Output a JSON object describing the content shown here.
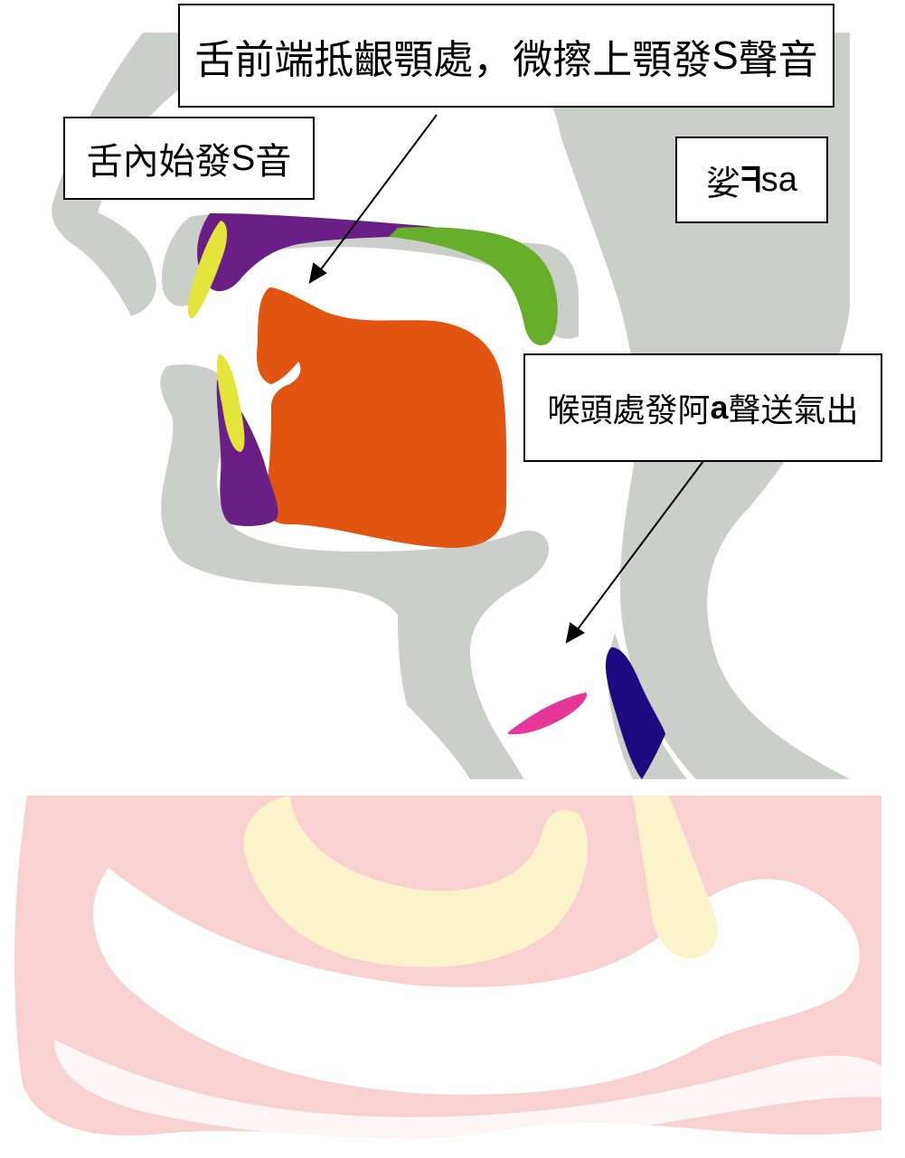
{
  "labels": {
    "tongue_front": {
      "prefix": "舌前端抵齦顎處，微擦上顎發",
      "letter": "S",
      "suffix": "聲音"
    },
    "tongue_start": {
      "prefix": "舌內始發",
      "letter": "S",
      "suffix": "音"
    },
    "syllable": {
      "han": "娑",
      "siddham": "ᖷ",
      "roman": "sa"
    },
    "throat": {
      "prefix": "喉頭處發阿",
      "letter": "a",
      "suffix": "聲送氣出"
    }
  },
  "colors": {
    "head_gray": "#cbcfca",
    "lips": "#6a1f86",
    "teeth": "#e3e53a",
    "tongue": "#e25510",
    "soft_palate": "#67ae2a",
    "epiglottis": "#e6369a",
    "vocal_folds": "#1d0a80",
    "watermark_red": "#f8c8c8",
    "watermark_yellow": "#fbf5c4"
  }
}
